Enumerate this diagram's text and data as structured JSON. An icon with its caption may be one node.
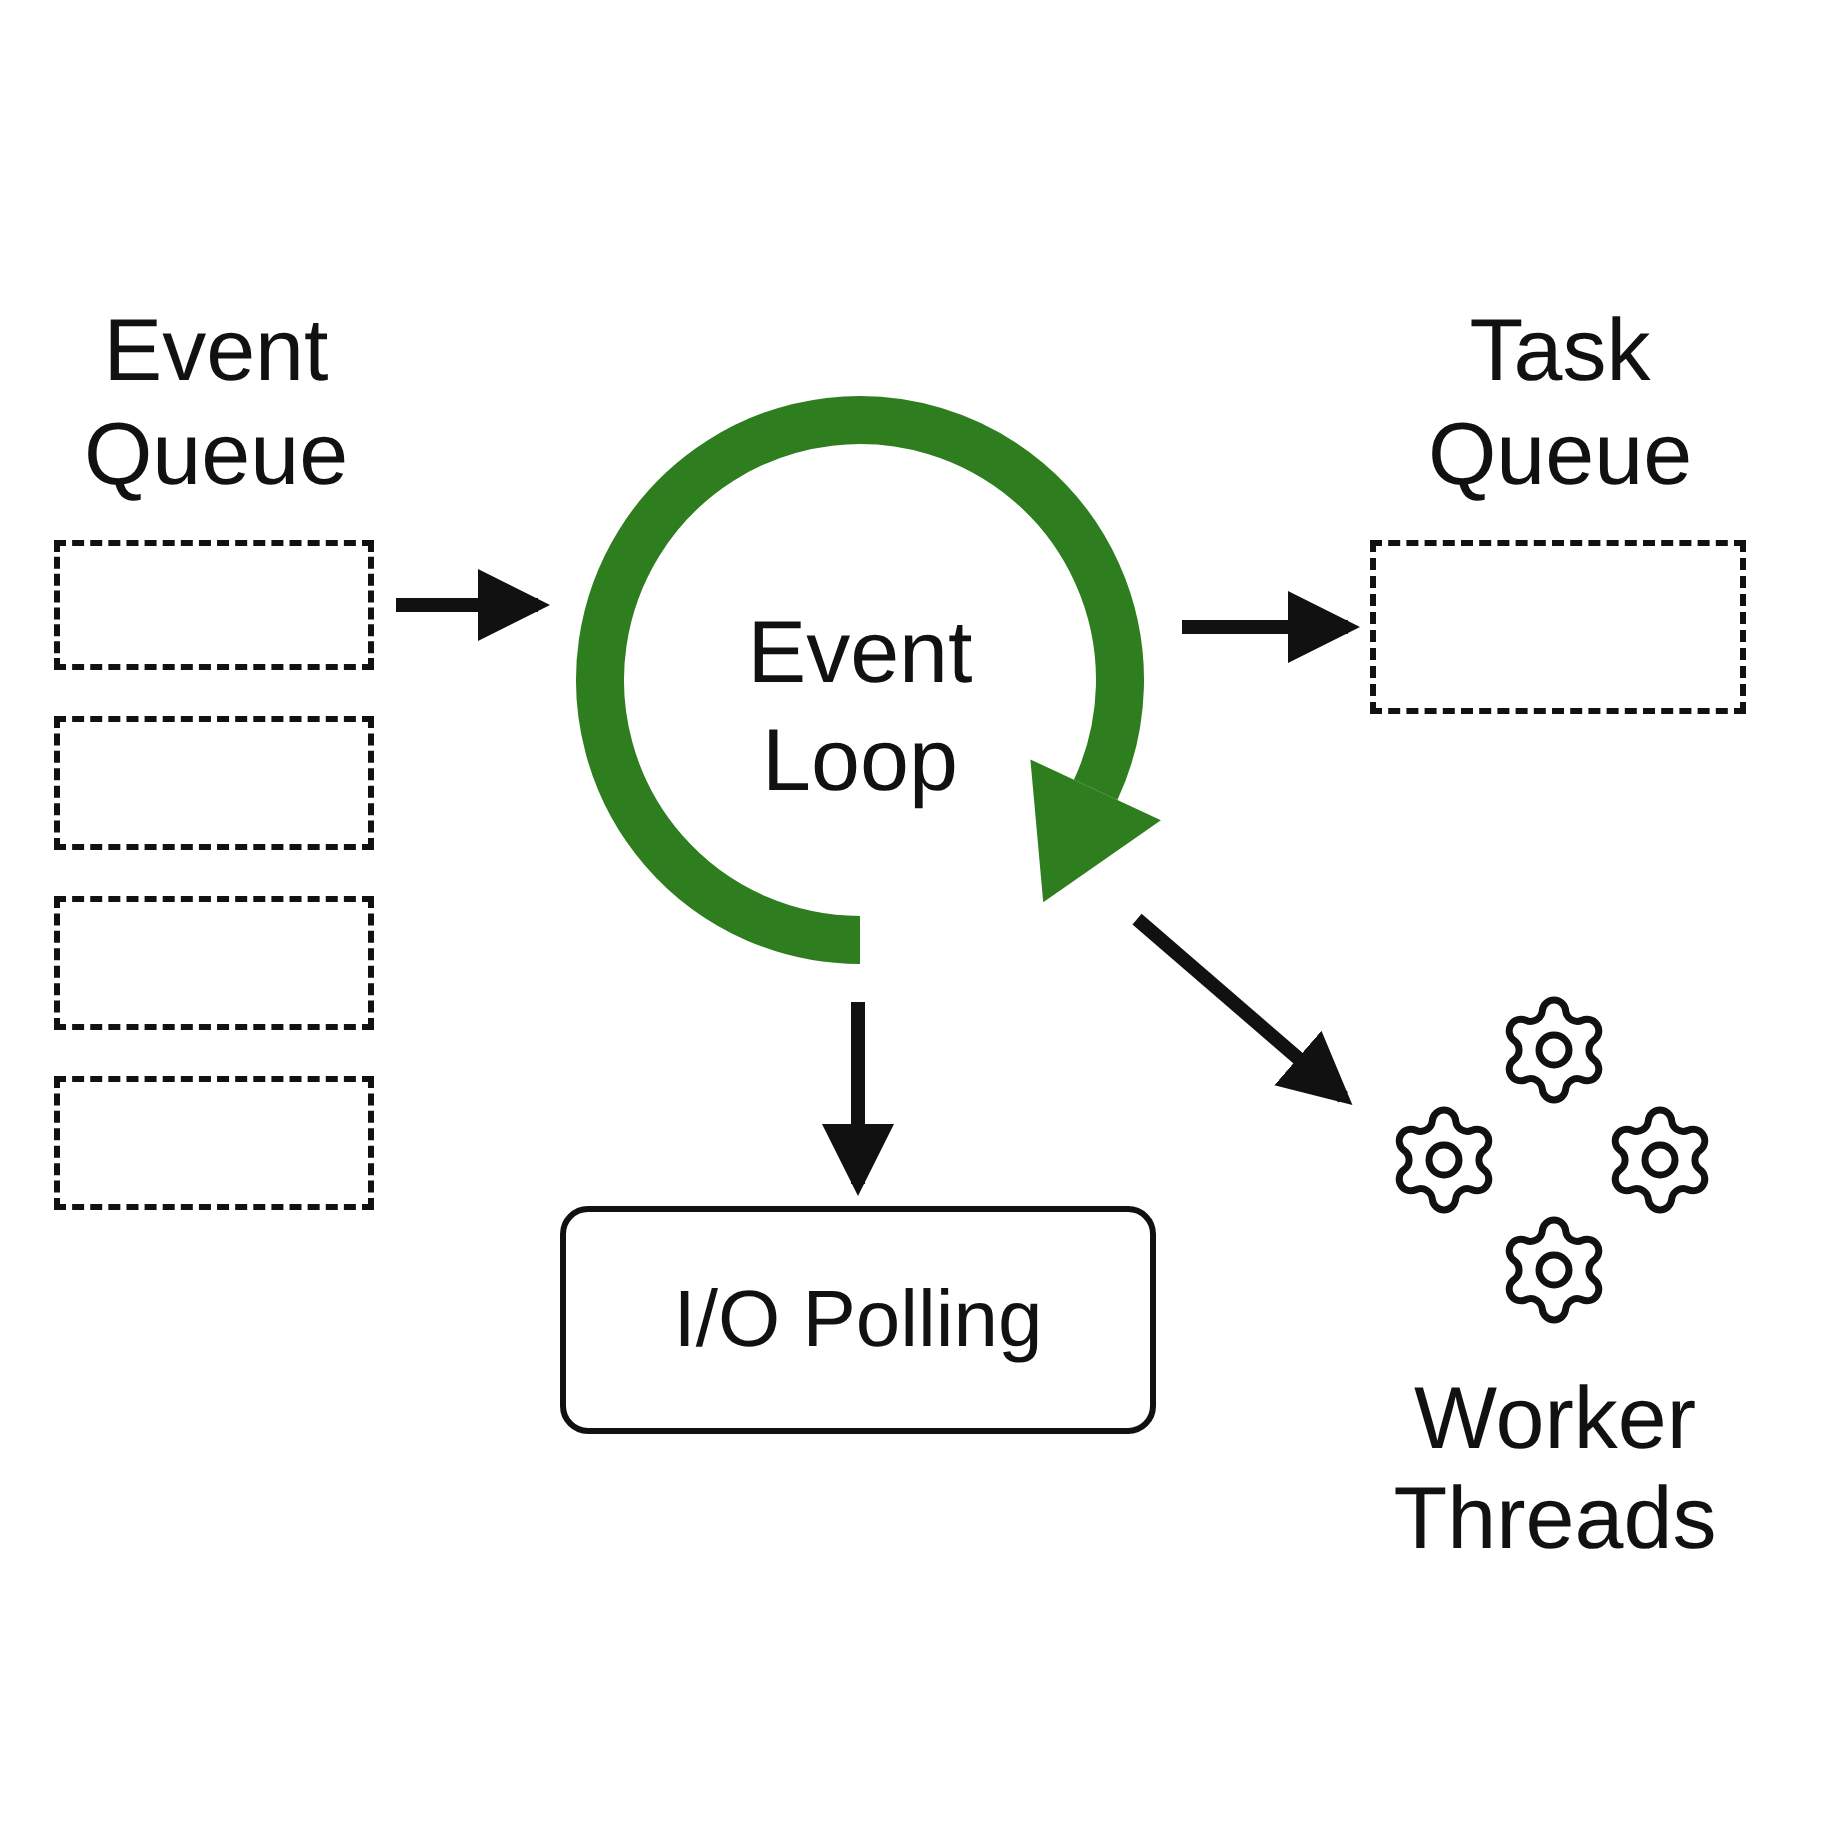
{
  "diagram": {
    "nodes": [
      {
        "text": [
          "Event Queue"
        ]
      },
      {
        "text": [],
        "shape": "box",
        "in": 0
      },
      {
        "text": [],
        "shape": "box",
        "in": 0
      },
      {
        "text": [],
        "shape": "box",
        "in": 0
      },
      {
        "text": [],
        "shape": "box",
        "in": 0
      },
      {
        "text": [
          "Event Loop"
        ]
      },
      {
        "text": [
          "Task Queue"
        ]
      },
      {
        "text": [],
        "shape": "box",
        "in": 6
      },
      {
        "text": [
          "I/O Polling"
        ]
      },
      {
        "text": [
          "Worker Threads"
        ]
      }
    ],
    "edges": [
      {
        "from": 1,
        "to": 5,
        "arrow": "to"
      },
      {
        "from": 5,
        "to": 7,
        "arrow": "to"
      },
      {
        "from": 5,
        "to": 8,
        "arrow": "to"
      },
      {
        "from": 5,
        "to": 9,
        "arrow": "to"
      }
    ]
  }
}
